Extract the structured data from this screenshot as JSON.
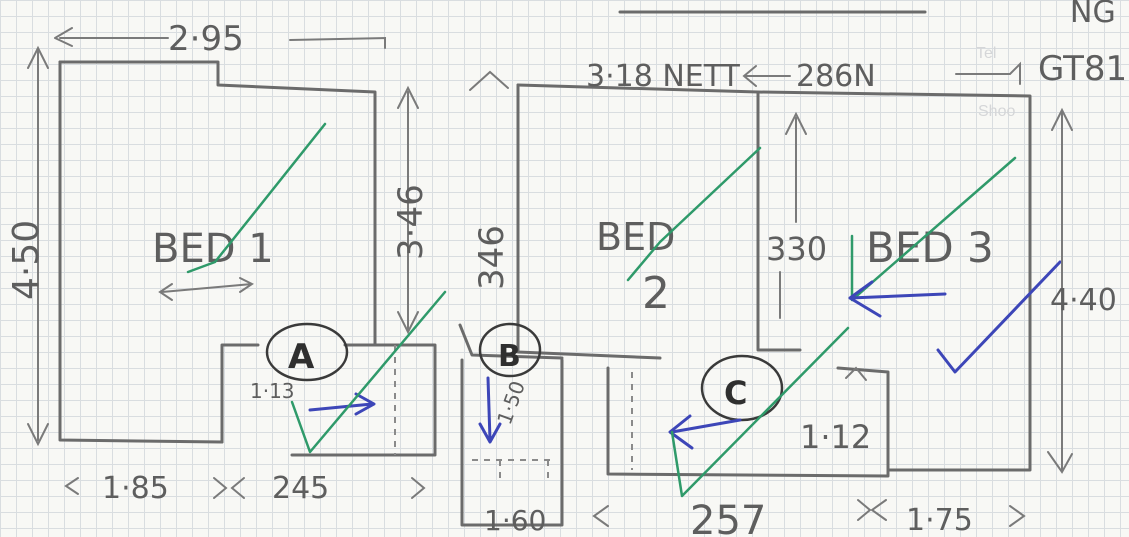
{
  "labels": {
    "top_width": "2·95",
    "header_right": "3·18 NETT",
    "header_right_2": "286N",
    "corner_top": "NG",
    "corner_code": "GT81",
    "bed1": "BED 1",
    "bed2_a": "BED",
    "bed2_b": "2",
    "bed3": "BED 3",
    "left_height": "4·50",
    "bed1_right_height": "3·46",
    "bed2_left_height": "346",
    "bed3_height": "330",
    "right_height": "4·40",
    "ensuite_a": "A",
    "ensuite_b": "B",
    "ensuite_c": "C",
    "ensuite_a_height": "1·13",
    "ensuite_b_height": "1·50",
    "ensuite_c_height": "1·12",
    "bottom_1": "1·85",
    "bottom_2": "245",
    "bottom_3": "1·60",
    "bottom_4": "257",
    "bottom_5": "1·75",
    "faint_1": "Tel",
    "faint_2": "Shoo"
  }
}
